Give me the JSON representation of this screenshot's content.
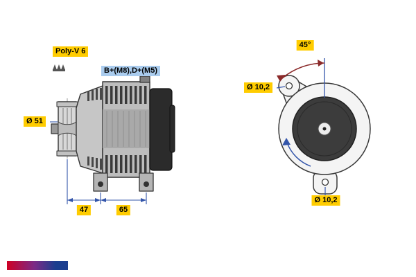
{
  "diagram": {
    "type": "technical-drawing",
    "subject": "alternator dimensional drawing, side view and pulley-end view",
    "labels": {
      "belt_type": "Poly-V 6",
      "terminals": "B+(M8),D+(M5)",
      "pulley_diameter": "Ø 51",
      "dim_front": "47",
      "dim_rear": "65",
      "mount_angle": "45°",
      "hole_top": "Ø 10,2",
      "hole_bottom": "Ø 10,2"
    },
    "colors": {
      "label_highlight": "#ffcc00",
      "terminal_highlight": "#aaccee",
      "dimension_line": "#3355aa",
      "angle_arc": "#8b2a2a",
      "logo_gradient": [
        "#cf0024",
        "#7b2a86",
        "#1b3e8f"
      ]
    }
  }
}
